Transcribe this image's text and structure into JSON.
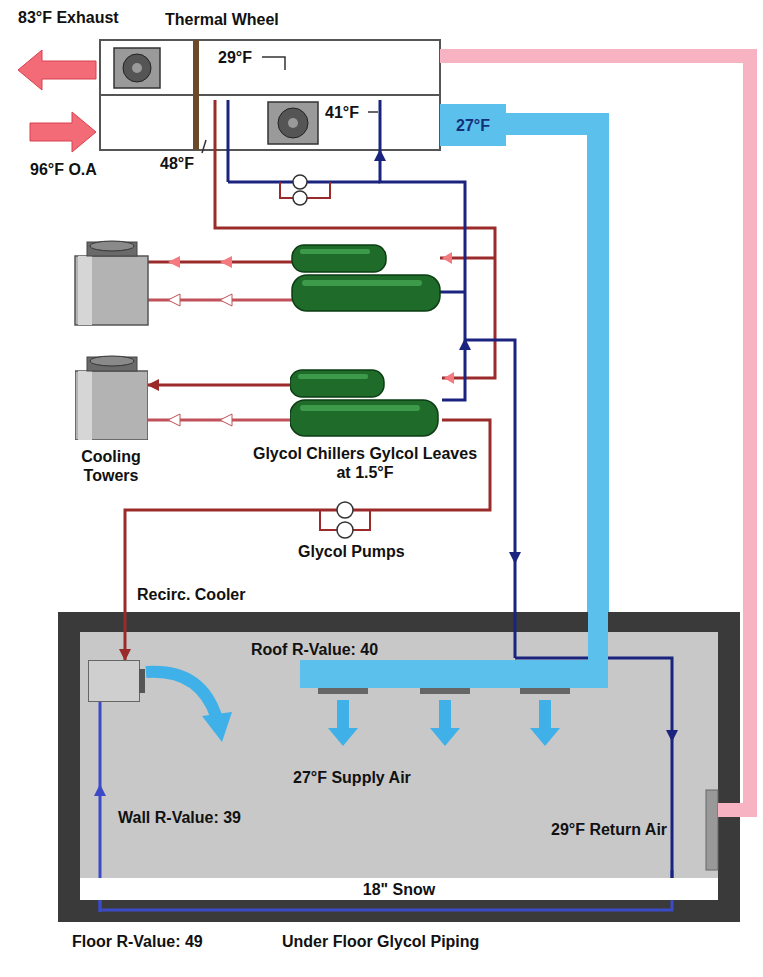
{
  "diagram": {
    "nodes": [
      {
        "text": [
          "Thermal Wheel",
          "29°F",
          "41°F",
          "48°F"
        ]
      },
      {
        "text": [
          "Cooling Towers"
        ]
      },
      {
        "text": [
          "Glycol Chillers Gylcol Leaves at 1.5°F"
        ]
      },
      {
        "text": [
          "27°F"
        ]
      },
      {
        "text": [
          "Roof R-Value: 40",
          "Wall R-Value: 39",
          "27°F Supply Air",
          "29°F Return Air",
          "Floor R-Value: 49",
          "Under Floor Glycol Piping"
        ]
      },
      {
        "text": [
          "Recirc. Cooler"
        ],
        "in": 4
      },
      {
        "text": [
          "18\" Snow"
        ],
        "in": 4
      }
    ],
    "edges": [
      {
        "from": 2,
        "to": 1,
        "arrow": "to"
      },
      {
        "from": 2,
        "to": 0,
        "arrow": "to"
      },
      {
        "from": 3,
        "to": 4,
        "arrow": "none"
      },
      {
        "from": 4,
        "to": 0,
        "arrow": "none"
      },
      {
        "from": 2,
        "to": 5,
        "arrow": "to"
      }
    ],
    "labels": [
      "83°F Exhaust",
      "96°F O.A",
      "Glycol Pumps"
    ]
  }
}
